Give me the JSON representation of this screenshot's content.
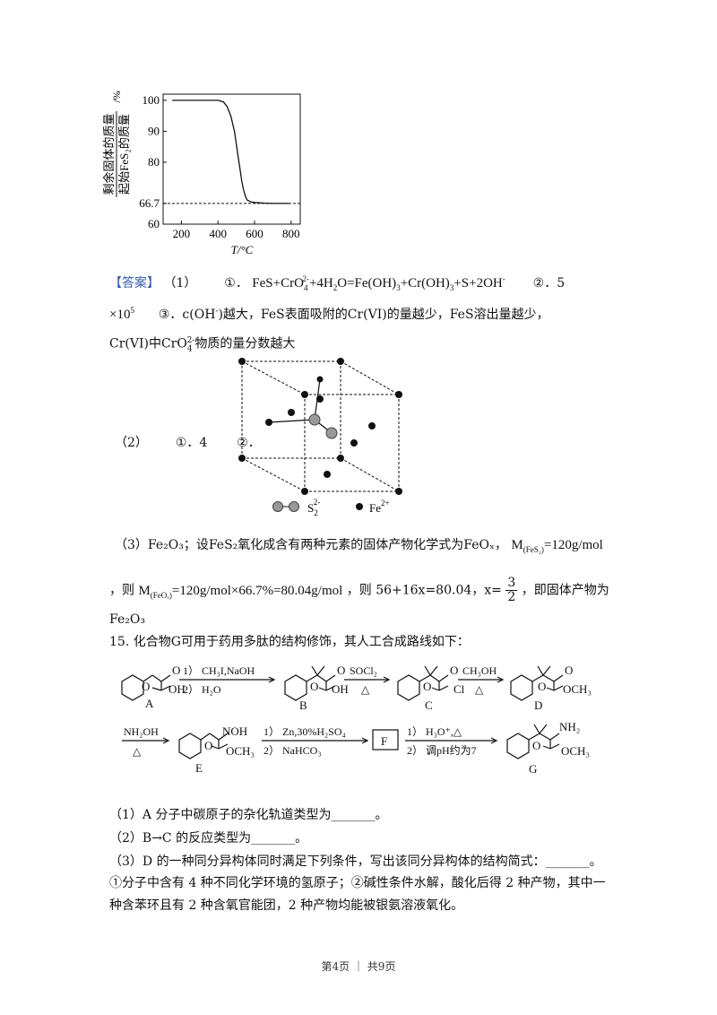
{
  "chart_data": {
    "type": "line",
    "ylabel_num": "剩余固体的质量",
    "ylabel_den": "起始FeS₂的质量",
    "ylabel_unit": "/%",
    "xlabel": "T/°C",
    "x_ticks": [
      "200",
      "400",
      "600",
      "800"
    ],
    "y_ticks": [
      "100",
      "90",
      "80",
      "66.7",
      "60"
    ],
    "xlim": [
      100,
      850
    ],
    "ylim": [
      60,
      102
    ],
    "dashed_level": 66.7,
    "series": [
      {
        "x": [
          150,
          380,
          400,
          430,
          450,
          470,
          490,
          500,
          510,
          520,
          530,
          540,
          550,
          560,
          580,
          600,
          650,
          700,
          790
        ],
        "y": [
          100,
          100,
          100,
          99.5,
          98,
          95,
          90,
          86,
          82,
          78,
          74,
          71,
          69,
          67.8,
          67.2,
          67,
          66.8,
          66.7,
          66.7
        ]
      }
    ]
  },
  "answer": {
    "tag": "【答案】",
    "p1_label": "（1）",
    "p1_i": "①．",
    "p1_eq_a": "FeS+CrO",
    "p1_eq_sub": "4",
    "p1_eq_sup": "2-",
    "p1_eq_b": "+4H",
    "p1_eq_b_sub": "2",
    "p1_eq_c": "O=Fe(OH)",
    "p1_eq_c_sub": "3",
    "p1_eq_d": "+Cr(OH)",
    "p1_eq_d_sub": "3",
    "p1_eq_e": "+S+2OH",
    "p1_eq_e_sup": "-",
    "p1_ii": "②．5",
    "p1_ii_b": "×10",
    "p1_ii_b_sup": "5",
    "p1_iii": "③．c(OH",
    "p1_iii_sup": "-",
    "p1_iii_b": ")越大，FeS表面吸附的Cr(VI)的量越少，FeS溶出量越少，",
    "p1_iii_c": "Cr(VI)中CrO",
    "p1_iii_c_sub": "4",
    "p1_iii_c_sup": "2-",
    "p1_iii_d": "物质的量分数越大",
    "p2_label": "（2）",
    "p2_i": "①．4",
    "p2_ii": "②．",
    "legend_s": "S",
    "legend_s_sub": "2",
    "legend_s_sup": "2-",
    "legend_fe": "Fe",
    "legend_fe_sup": "2+",
    "p3_a": "（3）Fe₂O₃；设FeS₂氧化成含有两种元素的固体产物化学式为FeOₓ，",
    "p3_m1": "M",
    "p3_m1_sub": "(FeS₂)",
    "p3_m1_val": "=120g/mol",
    "p3_b": "，则",
    "p3_m2": "M",
    "p3_m2_sub": "(FeOₓ)",
    "p3_m2_val": "=120g/mol×66.7%=80.04g/mol",
    "p3_c": "，则 56+16x=80.04，x=",
    "p3_frac_num": "3",
    "p3_frac_den": "2",
    "p3_d": "，即固体产物为",
    "p3_e": "Fe₂O₃"
  },
  "q15": {
    "intro": "15. 化合物G可用于药用多肽的结构修饰，其人工合成路线如下：",
    "r1_top": "1） CH₃I,NaOH",
    "r1_bot": "2） H₂O",
    "r2_top": "SOCl₂",
    "r2_bot": "△",
    "r3_top": "CH₃OH",
    "r3_bot": "△",
    "r4_top": "NH₂OH",
    "r4_bot": "△",
    "r5_top": "1） Zn,30%H₂SO₄",
    "r5_bot": "2） NaHCO₃",
    "r6_top": "1） H₃O⁺,△",
    "r6_bot": "2） 调pH约为7",
    "box_f": "F",
    "labels": [
      "A",
      "B",
      "C",
      "D",
      "E",
      "G"
    ],
    "atom_o": "O",
    "atom_oh": "OH",
    "atom_cl": "Cl",
    "atom_och3": "OCH₃",
    "atom_noh": "NOH",
    "atom_nh2": "NH₂",
    "q1": "（1）A 分子中碳原子的杂化轨道类型为_______。",
    "q2": "（2）B→C 的反应类型为_______。",
    "q3": "（3）D 的一种同分异构体同时满足下列条件，写出该同分异构体的结构简式：_______。",
    "q3_cond1": "①分子中含有 4 种不同化学环境的氢原子；②碱性条件水解，酸化后得 2 种产物，其中一",
    "q3_cond2": "种含苯环且有 2 种含氧官能团，2 种产物均能被银氨溶液氧化。"
  },
  "footer": "第4页 ｜ 共9页"
}
